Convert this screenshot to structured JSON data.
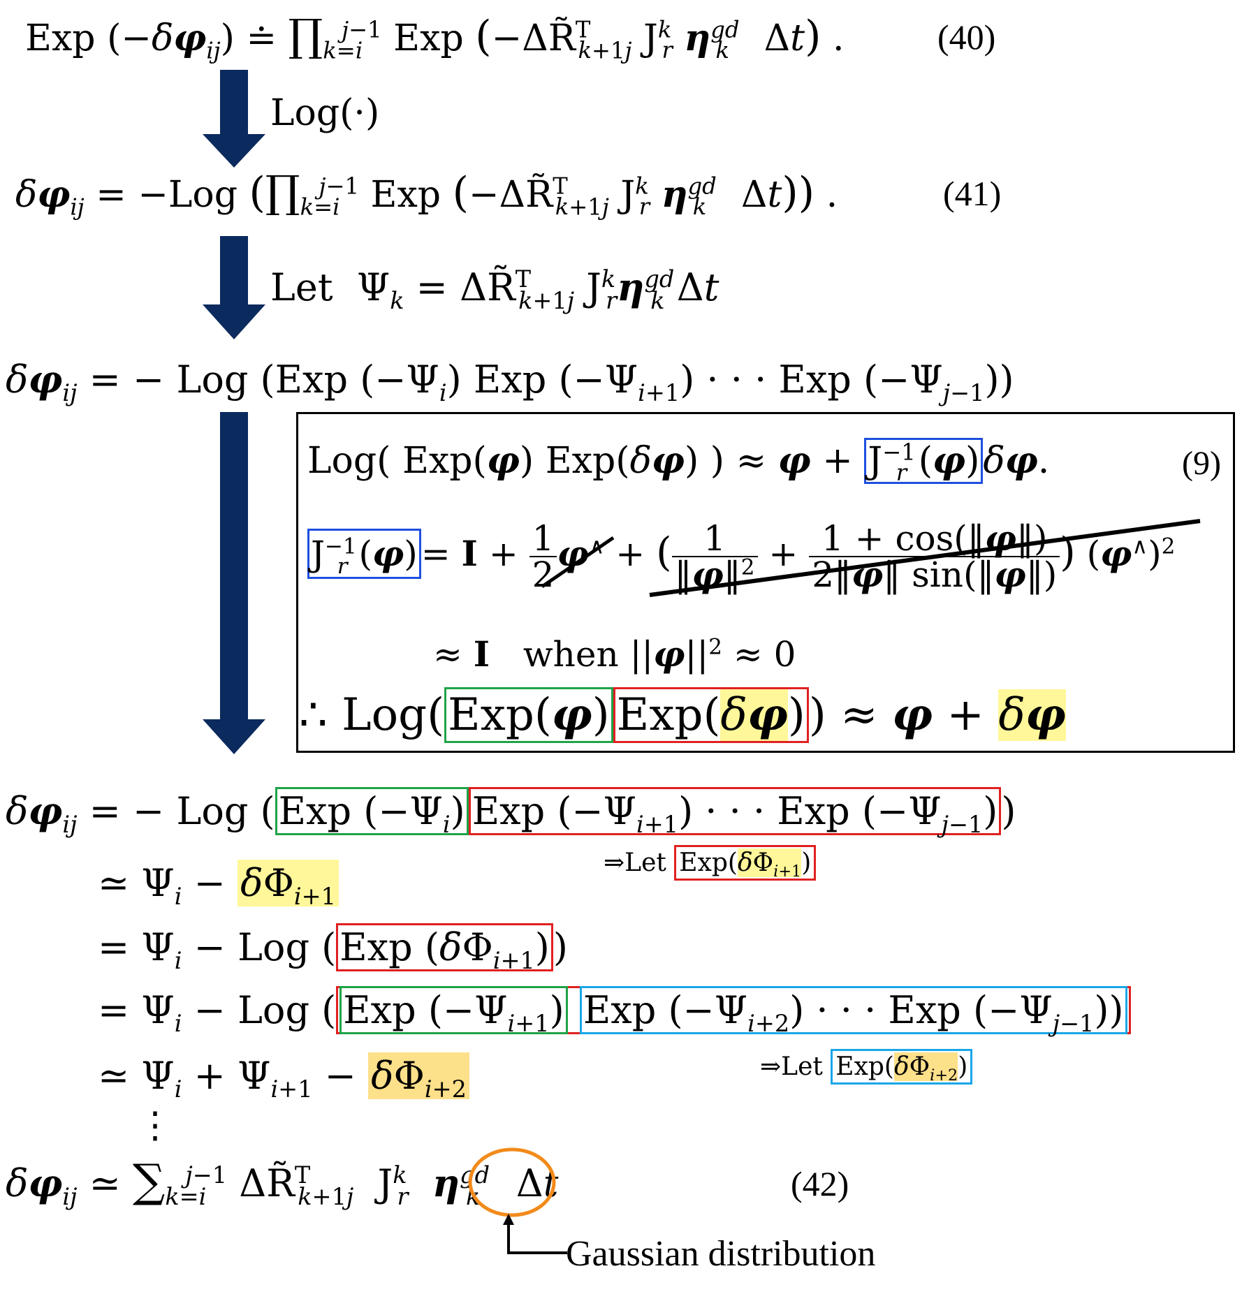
{
  "equations": {
    "eq40_number": "(40)",
    "eq41_number": "(41)",
    "eq9_number": "(9)",
    "eq42_number": "(42)",
    "step1_label": "Log(·)",
    "step2_let": "Let",
    "when_text": "when",
    "therefore_symbol": "∴",
    "let_exp1": "⇒Let",
    "let_exp2": "⇒Let",
    "vdots": "⋮",
    "gaussian_label": "Gaussian distribution"
  },
  "colors": {
    "arrow": "#0b2a5e",
    "red_box": "#e02020",
    "green_box": "#1fa347",
    "blue_box": "#1e4fe0",
    "cyan_box": "#1aa6e8",
    "yellow_highlight": "#fff799",
    "orange_highlight": "#fde08a",
    "orange_circle": "#f28a1a"
  }
}
